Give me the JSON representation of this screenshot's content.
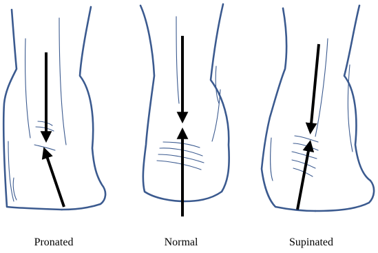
{
  "figure": {
    "panels": [
      {
        "label": "Pronated"
      },
      {
        "label": "Normal"
      },
      {
        "label": "Supinated"
      }
    ],
    "colors": {
      "outline": "#3b5a8f",
      "detail": "#3b5a8f",
      "arrow": "#000000",
      "background": "#ffffff"
    }
  }
}
